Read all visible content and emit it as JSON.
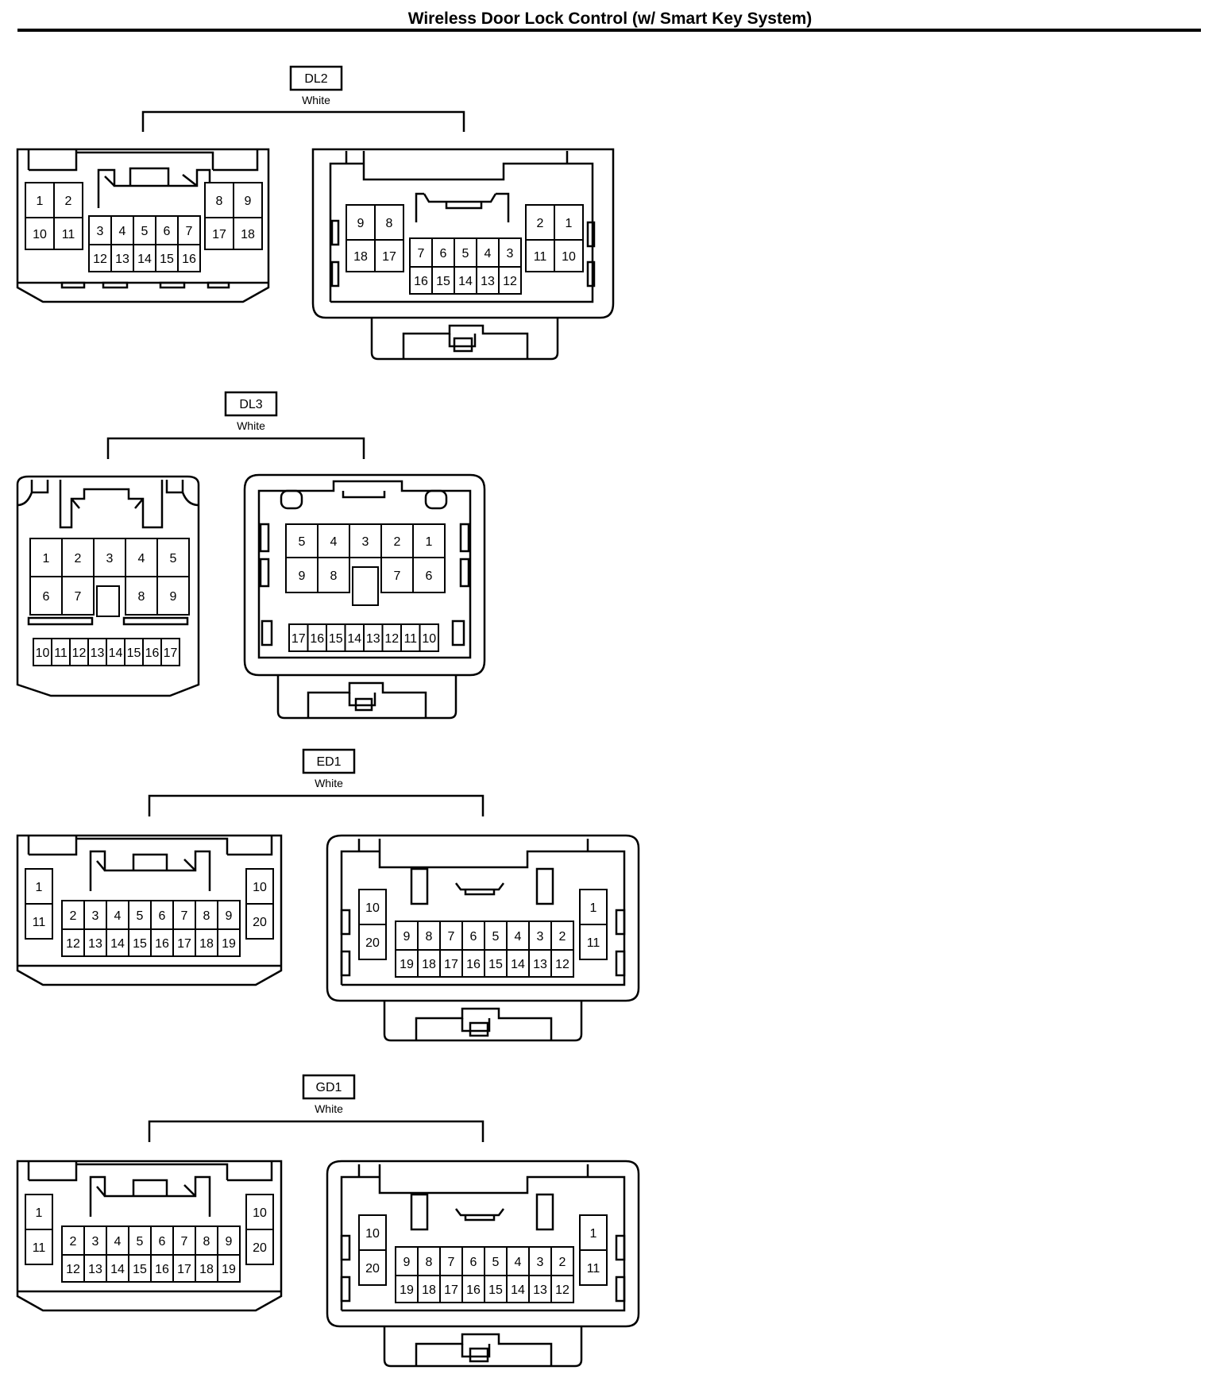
{
  "title": "Wireless Door Lock Control (w/ Smart Key System)",
  "connectors": [
    {
      "id": "DL2",
      "color": "White",
      "left_pins": {
        "top_a": [
          "1",
          "2"
        ],
        "bot_a": [
          "10",
          "11"
        ],
        "mid_top": [
          "3",
          "4",
          "5",
          "6",
          "7"
        ],
        "mid_bot": [
          "12",
          "13",
          "14",
          "15",
          "16"
        ],
        "top_b": [
          "8",
          "9"
        ],
        "bot_b": [
          "17",
          "18"
        ]
      },
      "right_pins": {
        "top_a": [
          "9",
          "8"
        ],
        "bot_a": [
          "18",
          "17"
        ],
        "mid_top": [
          "7",
          "6",
          "5",
          "4",
          "3"
        ],
        "mid_bot": [
          "16",
          "15",
          "14",
          "13",
          "12"
        ],
        "top_b": [
          "2",
          "1"
        ],
        "bot_b": [
          "11",
          "10"
        ]
      }
    },
    {
      "id": "DL3",
      "color": "White",
      "left_pins": {
        "row1": [
          "1",
          "2",
          "3",
          "4",
          "5"
        ],
        "row2": [
          "6",
          "7",
          "8",
          "9"
        ],
        "row3": [
          "10",
          "11",
          "12",
          "13",
          "14",
          "15",
          "16",
          "17"
        ]
      },
      "right_pins": {
        "row1": [
          "5",
          "4",
          "3",
          "2",
          "1"
        ],
        "row2": [
          "9",
          "8",
          "7",
          "6"
        ],
        "row3": [
          "17",
          "16",
          "15",
          "14",
          "13",
          "12",
          "11",
          "10"
        ]
      }
    },
    {
      "id": "ED1",
      "color": "White",
      "left_pins": {
        "left_col": [
          "1",
          "11"
        ],
        "mid_top": [
          "2",
          "3",
          "4",
          "5",
          "6",
          "7",
          "8",
          "9"
        ],
        "mid_bot": [
          "12",
          "13",
          "14",
          "15",
          "16",
          "17",
          "18",
          "19"
        ],
        "right_col": [
          "10",
          "20"
        ]
      },
      "right_pins": {
        "left_col": [
          "10",
          "20"
        ],
        "mid_top": [
          "9",
          "8",
          "7",
          "6",
          "5",
          "4",
          "3",
          "2"
        ],
        "mid_bot": [
          "19",
          "18",
          "17",
          "16",
          "15",
          "14",
          "13",
          "12"
        ],
        "right_col": [
          "1",
          "11"
        ]
      }
    },
    {
      "id": "GD1",
      "color": "White",
      "left_pins": {
        "left_col": [
          "1",
          "11"
        ],
        "mid_top": [
          "2",
          "3",
          "4",
          "5",
          "6",
          "7",
          "8",
          "9"
        ],
        "mid_bot": [
          "12",
          "13",
          "14",
          "15",
          "16",
          "17",
          "18",
          "19"
        ],
        "right_col": [
          "10",
          "20"
        ]
      },
      "right_pins": {
        "left_col": [
          "10",
          "20"
        ],
        "mid_top": [
          "9",
          "8",
          "7",
          "6",
          "5",
          "4",
          "3",
          "2"
        ],
        "mid_bot": [
          "19",
          "18",
          "17",
          "16",
          "15",
          "14",
          "13",
          "12"
        ],
        "right_col": [
          "1",
          "11"
        ]
      }
    }
  ]
}
